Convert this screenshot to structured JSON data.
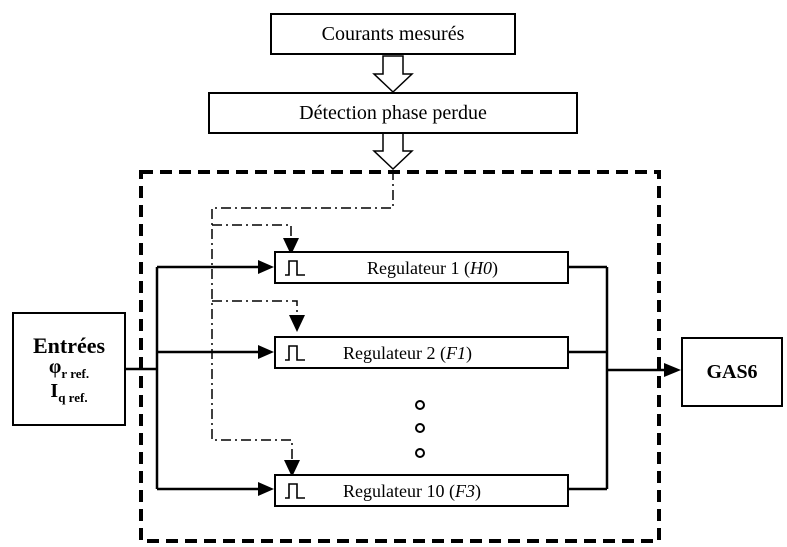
{
  "top_blocks": {
    "measured_currents": "Courants mesurés",
    "lost_phase_detection": "Détection phase perdue"
  },
  "inputs": {
    "title": "Entrées",
    "phi_symbol": "φ",
    "phi_subscript": "r ref.",
    "iq_symbol": "I",
    "iq_subscript": "q ref."
  },
  "regulators": [
    {
      "label": "Regulateur 1 ",
      "tag": "H0"
    },
    {
      "label": "Regulateur 2 ",
      "tag": "F1"
    },
    {
      "label": "Regulateur 10 ",
      "tag": "F3"
    }
  ],
  "output": {
    "label": "GAS6"
  }
}
